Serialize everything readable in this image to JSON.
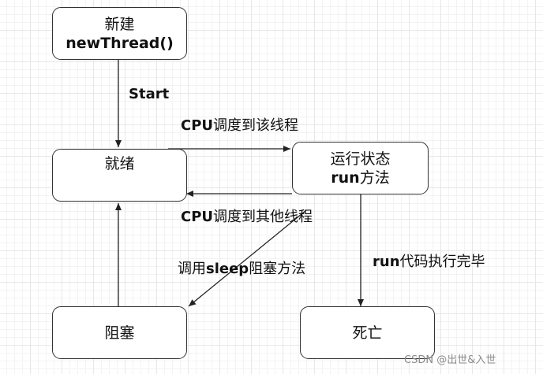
{
  "nodes": {
    "new": {
      "line1": "新建",
      "line2": "newThread()"
    },
    "ready": {
      "label": "就绪"
    },
    "running": {
      "line1": "运行状态",
      "line2_bold": "run",
      "line2_rest": "方法"
    },
    "blocked": {
      "label": "阻塞"
    },
    "dead": {
      "label": "死亡"
    }
  },
  "edges": {
    "start": "Start",
    "schedule_cpu": "CPU",
    "schedule_rest": "调度到该线程",
    "reschedule_cpu": "CPU",
    "reschedule_rest": "调度到其他线程",
    "sleep_pre": "调用",
    "sleep_bold": "sleep",
    "sleep_post": "阻塞方法",
    "finish_bold": "run",
    "finish_rest": "代码执行完毕"
  },
  "watermark": "CSDN @出世&入世"
}
